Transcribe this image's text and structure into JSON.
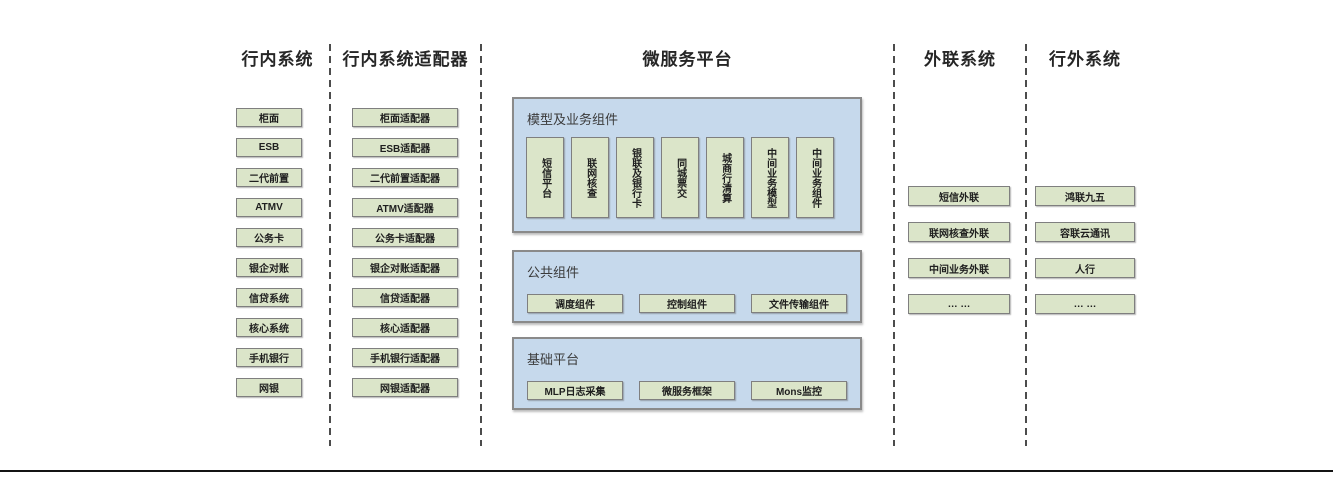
{
  "colors": {
    "green_fill": "#dbe5c9",
    "green_border": "#7f7f7f",
    "blue_fill": "#c6d9ec",
    "blue_border": "#8a8a8a",
    "header_text": "#262626",
    "divider": "#4c4c4c"
  },
  "columns": {
    "internal": {
      "title": "行内系统",
      "items": [
        "柜面",
        "ESB",
        "二代前置",
        "ATMV",
        "公务卡",
        "银企对账",
        "信贷系统",
        "核心系统",
        "手机银行",
        "网银"
      ]
    },
    "adapters": {
      "title": "行内系统适配器",
      "items": [
        "柜面适配器",
        "ESB适配器",
        "二代前置适配器",
        "ATMV适配器",
        "公务卡适配器",
        "银企对账适配器",
        "信贷适配器",
        "核心适配器",
        "手机银行适配器",
        "网银适配器"
      ]
    },
    "platform": {
      "title": "微服务平台",
      "sections": [
        {
          "title": "模型及业务组件",
          "items": [
            "短信平台",
            "联网核查",
            "银联及银行卡",
            "同城票交",
            "城商行清算",
            "中间业务模型",
            "中间业务组件"
          ]
        },
        {
          "title": "公共组件",
          "items": [
            "调度组件",
            "控制组件",
            "文件传输组件"
          ]
        },
        {
          "title": "基础平台",
          "items": [
            "MLP日志采集",
            "微服务框架",
            "Mons监控"
          ]
        }
      ]
    },
    "external_link": {
      "title": "外联系统",
      "items": [
        "短信外联",
        "联网核查外联",
        "中间业务外联",
        "… …"
      ]
    },
    "outside": {
      "title": "行外系统",
      "items": [
        "鸿联九五",
        "容联云通讯",
        "人行",
        "… …"
      ]
    }
  }
}
